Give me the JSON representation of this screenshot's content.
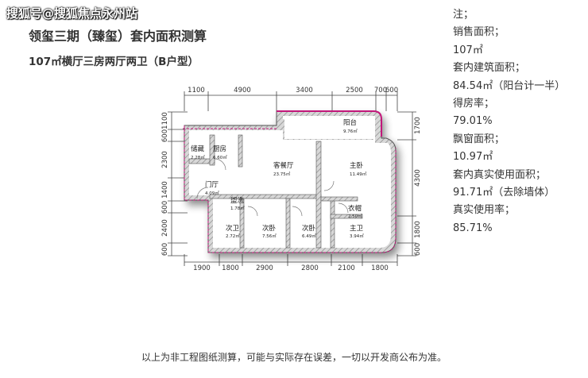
{
  "watermark": "搜狐号@搜狐焦点永州站",
  "title": "领玺三期（臻玺）套内面积测算",
  "subtitle": "107㎡横厅三房两厅两卫（B户型）",
  "notes": [
    "注；",
    "销售面积；",
    "107㎡",
    "套内建筑面积；",
    "84.54㎡（阳台计一半）",
    "得房率；",
    "79.01%",
    "飘窗面积；",
    "10.97㎡",
    "套内真实使用面积；",
    "91.71㎡（去除墙体）",
    "真实使用率；",
    "85.71%"
  ],
  "disclaimer": "以上为非工程图纸测算，可能与实际存在误差，一切以开发商公布为准。",
  "dims": {
    "top": [
      "1100",
      "4900",
      "3400",
      "2500",
      "700",
      "600"
    ],
    "bottom": [
      "1900",
      "1800",
      "2900",
      "2800",
      "2100",
      "1800"
    ],
    "left": [
      "1100",
      "600",
      "2300",
      "1400",
      "600",
      "2400",
      "600"
    ],
    "right": [
      "1700",
      "4300",
      "1800",
      "600"
    ]
  },
  "rooms": [
    {
      "name": "阳台",
      "area": "9.76㎡"
    },
    {
      "name": "储藏",
      "area": "2.28㎡"
    },
    {
      "name": "厨房",
      "area": "6.60㎡"
    },
    {
      "name": "客餐厅",
      "area": "23.75㎡"
    },
    {
      "name": "主卧",
      "area": "11.49㎡"
    },
    {
      "name": "门厅",
      "area": "4.09㎡"
    },
    {
      "name": "盥洗",
      "area": "1.78㎡"
    },
    {
      "name": "衣帽",
      "area": "2.50㎡"
    },
    {
      "name": "次卫",
      "area": "2.72㎡"
    },
    {
      "name": "次卧",
      "area": "7.56㎡"
    },
    {
      "name": "次卧",
      "area": "6.49㎡"
    },
    {
      "name": "主卫",
      "area": "3.94㎡"
    }
  ]
}
